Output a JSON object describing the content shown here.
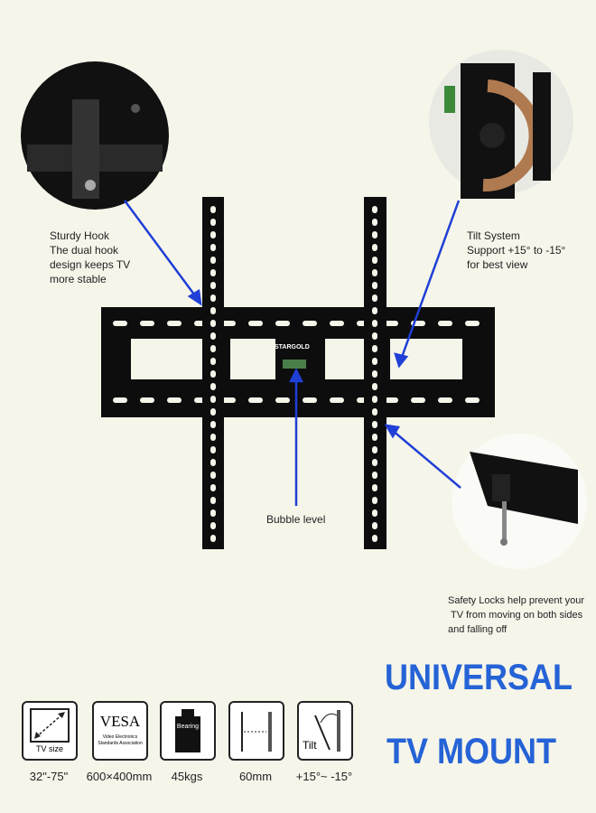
{
  "brand": "STARGOLD",
  "callouts": {
    "hook": [
      "Sturdy Hook",
      "The dual hook",
      "design keeps TV",
      "more stable"
    ],
    "tilt": [
      "Tilt System",
      "Support +15° to -15°",
      "for best view"
    ],
    "level": "Bubble level",
    "safety": [
      "Safety Locks help prevent your",
      "TV from moving on both sides",
      "and falling off"
    ]
  },
  "title": [
    "UNIVERSAL",
    "TV MOUNT"
  ],
  "specs": [
    {
      "icon_label": "TV size",
      "value": "32\"-75\""
    },
    {
      "icon_label": "VESA",
      "icon_sub": "Video Electronics Standards Association",
      "value": "600×400mm"
    },
    {
      "icon_label": "Bearing",
      "value": "45kgs"
    },
    {
      "value": "60mm"
    },
    {
      "icon_label": "Tilt",
      "value": "+15°~ -15°"
    }
  ],
  "colors": {
    "accent": "#2563d6",
    "background": "#f6f5ea",
    "arrow": "#1f3fd6"
  }
}
